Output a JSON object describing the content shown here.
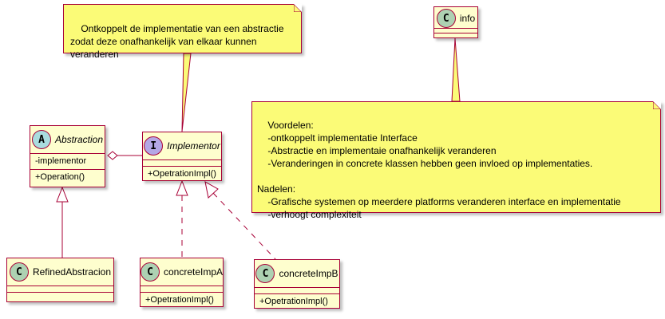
{
  "classes": {
    "abstraction": {
      "stereotype": "A",
      "name": "Abstraction",
      "fields": [
        "-implementor"
      ],
      "methods": [
        "+Operation()"
      ],
      "color": "#A9DCDF"
    },
    "implementor": {
      "stereotype": "I",
      "name": "Implementor",
      "methods": [
        "+OpetrationImpl()"
      ],
      "color": "#B4A7E5"
    },
    "refined": {
      "stereotype": "C",
      "name": "RefinedAbstracion",
      "color": "#ADD1B2"
    },
    "concrete_a": {
      "stereotype": "C",
      "name": "concreteImpA",
      "methods": [
        "+OpetrationImpl()"
      ],
      "color": "#ADD1B2"
    },
    "concrete_b": {
      "stereotype": "C",
      "name": "concreteImpB",
      "methods": [
        "+OpetrationImpl()"
      ],
      "color": "#ADD1B2"
    },
    "info": {
      "stereotype": "C",
      "name": "info",
      "color": "#ADD1B2"
    }
  },
  "notes": {
    "top": "Ontkoppelt de implementatie van een abstractie\nzodat deze onafhankelijk van elkaar kunnen\nveranderen",
    "info": "Voordelen:\n    -ontkoppelt implementatie Interface\n    -Abstractie en implementaie onafhankelijk veranderen\n    -Veranderingen in concrete klassen hebben geen invloed op implementaties.\n\nNadelen:\n    -Grafische systemen op meerdere platforms veranderen interface en implementatie\n    -verhoogt complexiteit"
  },
  "colors": {
    "border": "#A80036",
    "class_fill": "#FEFECE",
    "note_fill": "#FBFB77"
  }
}
